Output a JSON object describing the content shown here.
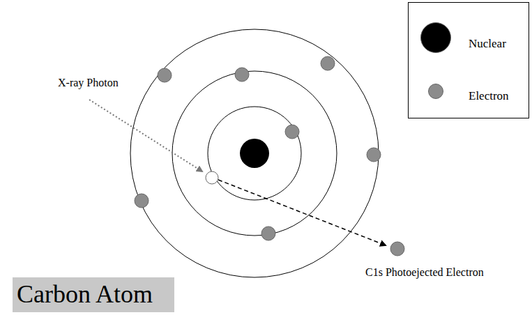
{
  "diagram": {
    "nodes": [
      {
        "text": [
          "Carbon Atom"
        ]
      }
    ],
    "labels": [
      "X-ray Photon",
      "C1s Photoejected Electron"
    ],
    "legend": [
      {
        "text": "Nuclear",
        "color": "#000000"
      },
      {
        "text": "Electron",
        "color": "#8c8c8c"
      }
    ]
  }
}
